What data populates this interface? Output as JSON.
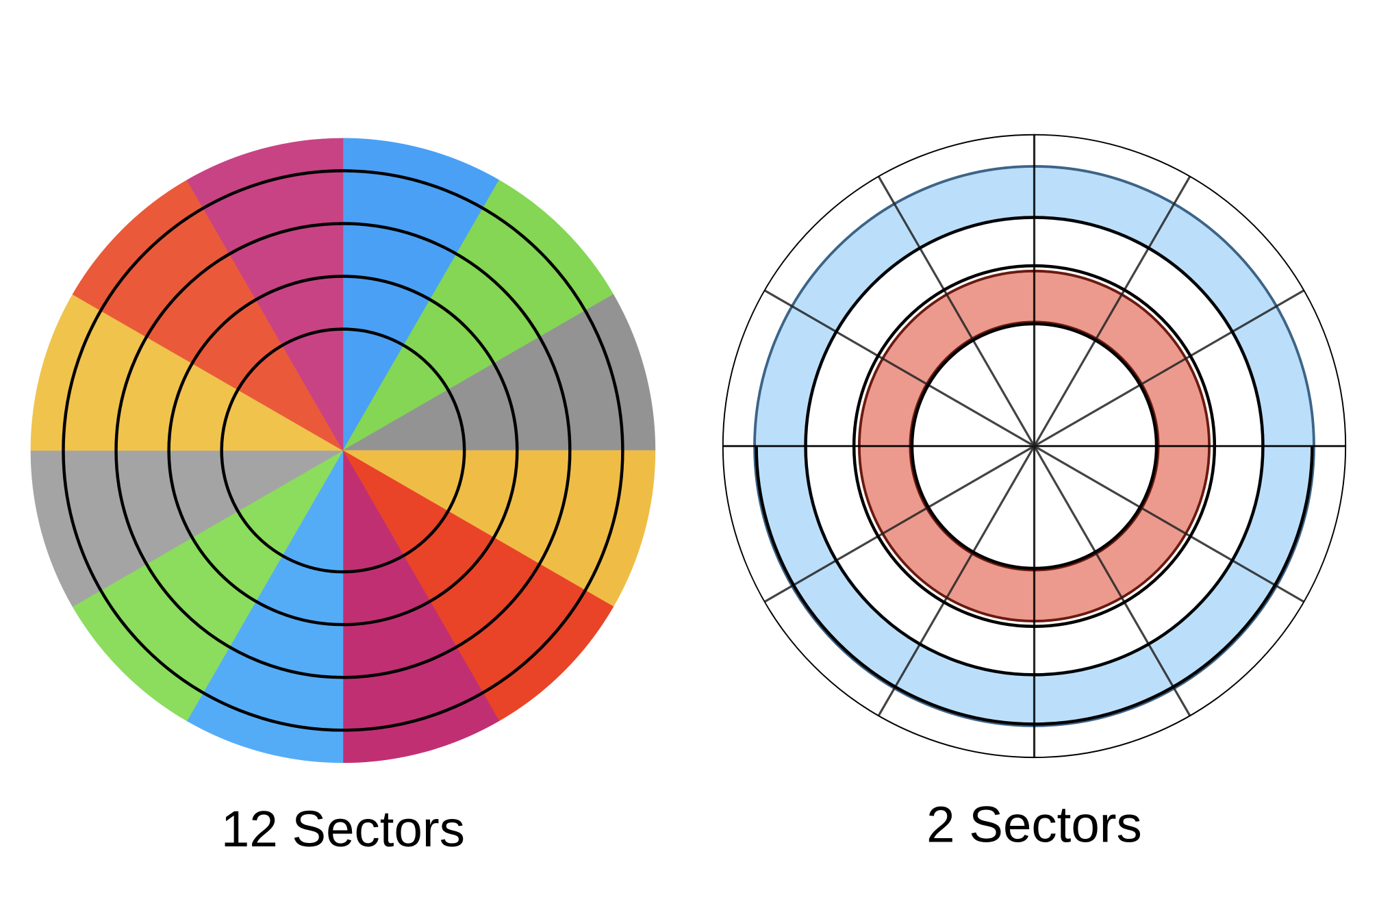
{
  "left_diagram": {
    "label": "12 Sectors",
    "sector_count": 12,
    "sector_colors": [
      "#4aa0f5",
      "#84d654",
      "#939393",
      "#efbd45",
      "#e94428",
      "#c12f73",
      "#54acf7",
      "#8cdc5e",
      "#a4a4a4",
      "#f0c34c",
      "#ea5a3a",
      "#c84384"
    ],
    "ring_count": 4
  },
  "right_diagram": {
    "label": "2 Sectors",
    "spoke_count": 12,
    "bands": [
      {
        "name": "inner-band",
        "fill": "#ec9a8e",
        "stroke": "#6b1a10"
      },
      {
        "name": "outer-band",
        "fill": "#bbdffa",
        "stroke": "#3d6487"
      }
    ]
  }
}
